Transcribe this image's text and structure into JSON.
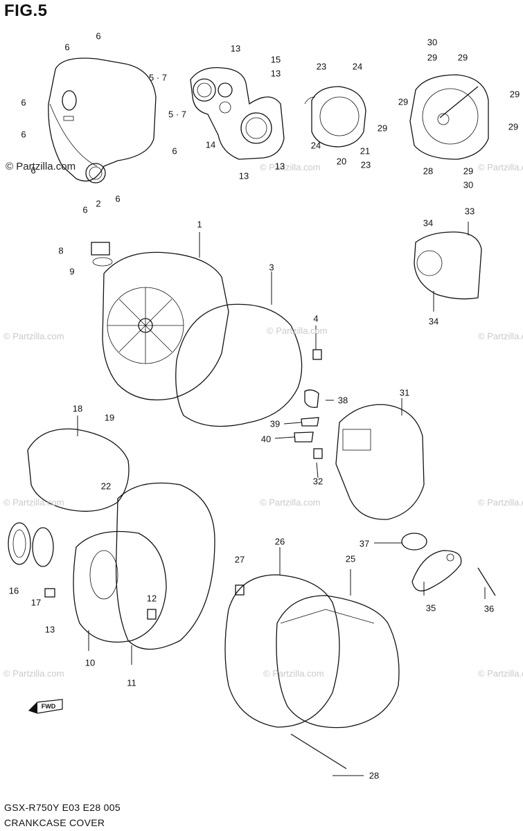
{
  "figure": {
    "title": "FIG.5"
  },
  "footer": {
    "model": "GSX-R750Y  E03  E28   005",
    "title": "CRANKCASE COVER"
  },
  "watermark": {
    "main": "© Partzilla.com",
    "repeat": "© Partzilla.com"
  },
  "fwd_marker": {
    "text": "FWD"
  },
  "callouts": [
    {
      "id": "c6a",
      "text": "6"
    },
    {
      "id": "c6b",
      "text": "6"
    },
    {
      "id": "c57a",
      "text": "5 · 7"
    },
    {
      "id": "c6c",
      "text": "6"
    },
    {
      "id": "c57b",
      "text": "5 · 7"
    },
    {
      "id": "c6d",
      "text": "6"
    },
    {
      "id": "c6e",
      "text": "6"
    },
    {
      "id": "c6f",
      "text": "6"
    },
    {
      "id": "c6g",
      "text": "6"
    },
    {
      "id": "c2",
      "text": "2"
    },
    {
      "id": "c6h",
      "text": "6"
    },
    {
      "id": "c13a",
      "text": "13"
    },
    {
      "id": "c15",
      "text": "15"
    },
    {
      "id": "c13b",
      "text": "13"
    },
    {
      "id": "c14",
      "text": "14"
    },
    {
      "id": "c13c",
      "text": "13"
    },
    {
      "id": "c13d",
      "text": "13"
    },
    {
      "id": "c23a",
      "text": "23"
    },
    {
      "id": "c24a",
      "text": "24"
    },
    {
      "id": "c24b",
      "text": "24"
    },
    {
      "id": "c20",
      "text": "20"
    },
    {
      "id": "c21",
      "text": "21"
    },
    {
      "id": "c23b",
      "text": "23"
    },
    {
      "id": "c30a",
      "text": "30"
    },
    {
      "id": "c29a",
      "text": "29"
    },
    {
      "id": "c29b",
      "text": "29"
    },
    {
      "id": "c29c",
      "text": "29"
    },
    {
      "id": "c29d",
      "text": "29"
    },
    {
      "id": "c29e",
      "text": "29"
    },
    {
      "id": "c29f",
      "text": "29"
    },
    {
      "id": "c28a",
      "text": "28"
    },
    {
      "id": "c29g",
      "text": "29"
    },
    {
      "id": "c30b",
      "text": "30"
    },
    {
      "id": "c1",
      "text": "1"
    },
    {
      "id": "c8",
      "text": "8"
    },
    {
      "id": "c9",
      "text": "9"
    },
    {
      "id": "c3",
      "text": "3"
    },
    {
      "id": "c34a",
      "text": "34"
    },
    {
      "id": "c33",
      "text": "33"
    },
    {
      "id": "c34b",
      "text": "34"
    },
    {
      "id": "c4",
      "text": "4"
    },
    {
      "id": "c38",
      "text": "38"
    },
    {
      "id": "c39",
      "text": "39"
    },
    {
      "id": "c40",
      "text": "40"
    },
    {
      "id": "c31",
      "text": "31"
    },
    {
      "id": "c32",
      "text": "32"
    },
    {
      "id": "c18",
      "text": "18"
    },
    {
      "id": "c19",
      "text": "19"
    },
    {
      "id": "c22",
      "text": "22"
    },
    {
      "id": "c16",
      "text": "16"
    },
    {
      "id": "c17",
      "text": "17"
    },
    {
      "id": "c13e",
      "text": "13"
    },
    {
      "id": "c10",
      "text": "10"
    },
    {
      "id": "c12",
      "text": "12"
    },
    {
      "id": "c11",
      "text": "11"
    },
    {
      "id": "c27",
      "text": "27"
    },
    {
      "id": "c26",
      "text": "26"
    },
    {
      "id": "c25",
      "text": "25"
    },
    {
      "id": "c37",
      "text": "37"
    },
    {
      "id": "c35",
      "text": "35"
    },
    {
      "id": "c36",
      "text": "36"
    },
    {
      "id": "c28b",
      "text": "28"
    }
  ]
}
